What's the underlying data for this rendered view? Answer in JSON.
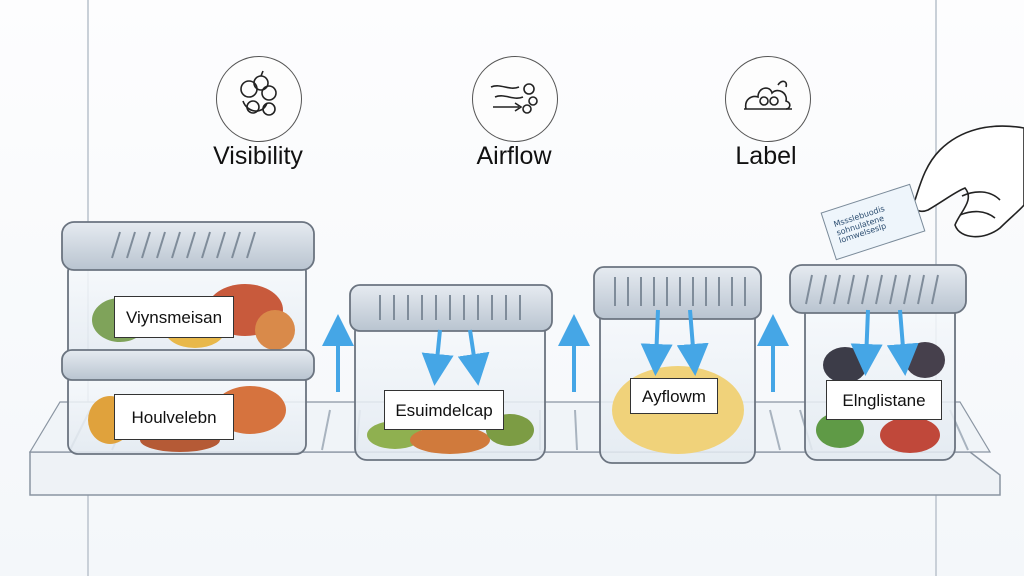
{
  "headings": {
    "visibility": "Visibility",
    "airflow": "Airflow",
    "label": "Label"
  },
  "icons": [
    "vegetables-icon",
    "airflow-icon",
    "food-label-icon"
  ],
  "containers": [
    {
      "label": "Viynsmeisan"
    },
    {
      "label": "Houlvelebn"
    },
    {
      "label": "Esuimdelcap"
    },
    {
      "label": "Ayflowm"
    },
    {
      "label": "Elnglistane"
    }
  ],
  "sticky_note": {
    "lines": [
      "Mssslebuodis",
      "sohnulatene",
      "lomwelseslp"
    ]
  },
  "colors": {
    "lid": "#cfd8e2",
    "lid_dark": "#7f8c9a",
    "arrow": "#45a6e6",
    "shelf": "#e9eef3",
    "outline": "#6b7480"
  }
}
